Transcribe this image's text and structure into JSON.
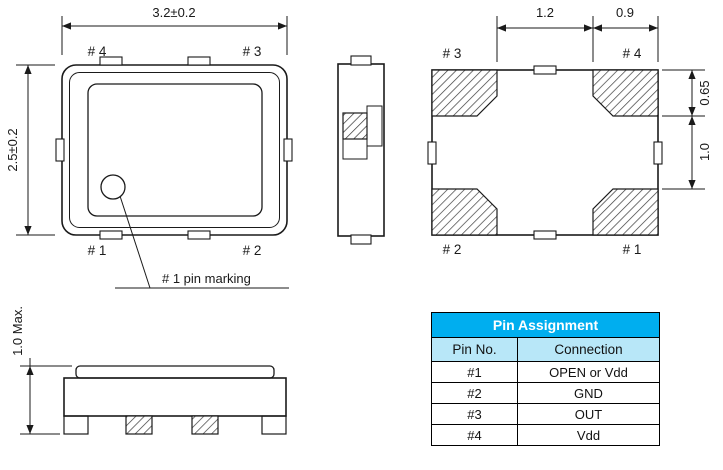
{
  "top_view": {
    "dim_width": "3.2±0.2",
    "dim_height": "2.5±0.2",
    "pin_tl": "# 4",
    "pin_tr": "# 3",
    "pin_bl": "# 1",
    "pin_br": "# 2",
    "callout": "# 1 pin marking"
  },
  "side_view_height": {
    "dim": "1.0 Max."
  },
  "bottom_view": {
    "dim_gap": "1.2",
    "dim_pad_width": "0.9",
    "dim_pad_height": "0.65",
    "dim_pitch": "1.0",
    "pin_tl": "# 3",
    "pin_tr": "# 4",
    "pin_bl": "# 2",
    "pin_br": "# 1"
  },
  "pin_table": {
    "title": "Pin Assignment",
    "col_pin": "Pin No.",
    "col_conn": "Connection",
    "rows": [
      {
        "pin": "#1",
        "conn": "OPEN or Vdd"
      },
      {
        "pin": "#2",
        "conn": "GND"
      },
      {
        "pin": "#3",
        "conn": "OUT"
      },
      {
        "pin": "#4",
        "conn": "Vdd"
      }
    ]
  },
  "colors": {
    "header_bg": "#00AEEF",
    "subheader_bg": "#B8E7F8"
  }
}
